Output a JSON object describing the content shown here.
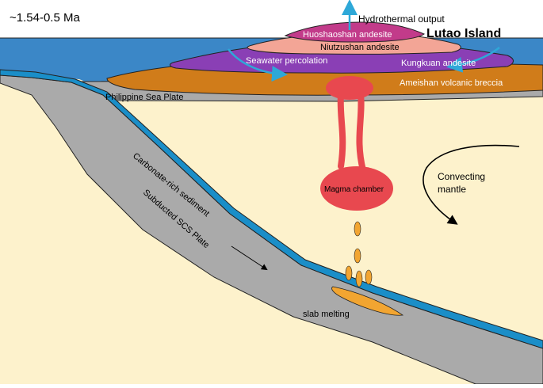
{
  "age": "~1.54-0.5 Ma",
  "island_name": "Lutao Island",
  "labels": {
    "hydrothermal": "Hydrothermal output",
    "huoshaoshan": "Huoshaoshan andesite",
    "niutzushan": "Niutzushan andesite",
    "seawater": "Seawater percolation",
    "kungkuan": "Kungkuan andesite",
    "ameishan": "Ameishan volcanic breccia",
    "philippine": "Philippine Sea Plate",
    "carbonate": "Carbonate-rich sediment",
    "subducted": "Subducted  SCS Plate",
    "magma": "Magma chamber",
    "convecting_line1": "Convecting",
    "convecting_line2": "mantle",
    "slab_melting": "slab melting"
  },
  "colors": {
    "mantle": "#fdf2cc",
    "sea": "#3b87c7",
    "plate": "#aaaaaa",
    "sediment": "#1a8ec8",
    "breccia": "#d07c1a",
    "kungkuan": "#8a3fb5",
    "niutzushan": "#f3a596",
    "huoshaoshan": "#c23b8a",
    "magma": "#e8484f",
    "melt": "#f2a531",
    "arrow_cyan": "#2ea8d8"
  }
}
